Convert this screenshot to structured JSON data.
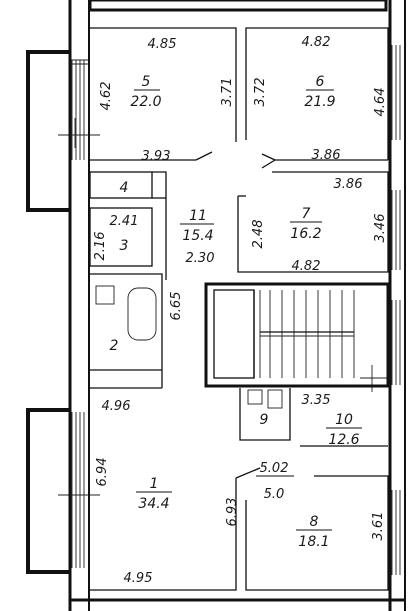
{
  "rooms": [
    {
      "id": "room-1",
      "number": "1",
      "area": "34.4"
    },
    {
      "id": "room-2",
      "number": "2",
      "area": ""
    },
    {
      "id": "room-3",
      "number": "3",
      "area": ""
    },
    {
      "id": "room-4",
      "number": "4",
      "area": ""
    },
    {
      "id": "room-5",
      "number": "5",
      "area": "22.0"
    },
    {
      "id": "room-6",
      "number": "6",
      "area": "21.9"
    },
    {
      "id": "room-7",
      "number": "7",
      "area": "16.2"
    },
    {
      "id": "room-8",
      "number": "8",
      "area": "18.1"
    },
    {
      "id": "room-9",
      "number": "9",
      "area": ""
    },
    {
      "id": "room-10",
      "number": "10",
      "area": "12.6"
    },
    {
      "id": "room-11",
      "number": "11",
      "area": "15.4"
    }
  ],
  "dimensions": {
    "r5_width": "4.85",
    "r5_height": "4.62",
    "r5_inner": "3.71",
    "r5_bottom": "3.93",
    "r6_width": "4.82",
    "r6_inner": "3.72",
    "r6_height": "4.64",
    "r6_bottom": "3.86",
    "r7_top": "3.86",
    "r7_height": "3.46",
    "r7_left": "2.48",
    "r7_bottom": "4.82",
    "r3_width": "2.41",
    "r3_height": "2.16",
    "r11_width": "2.30",
    "r2_height": "6.65",
    "r1_width": "4.96",
    "r1_height": "6.94",
    "r1_bottom": "4.95",
    "r10_width": "3.35",
    "r8_top": "5.02",
    "r8_width": "5.0",
    "r8_left": "6.93",
    "r8_height": "3.61"
  }
}
